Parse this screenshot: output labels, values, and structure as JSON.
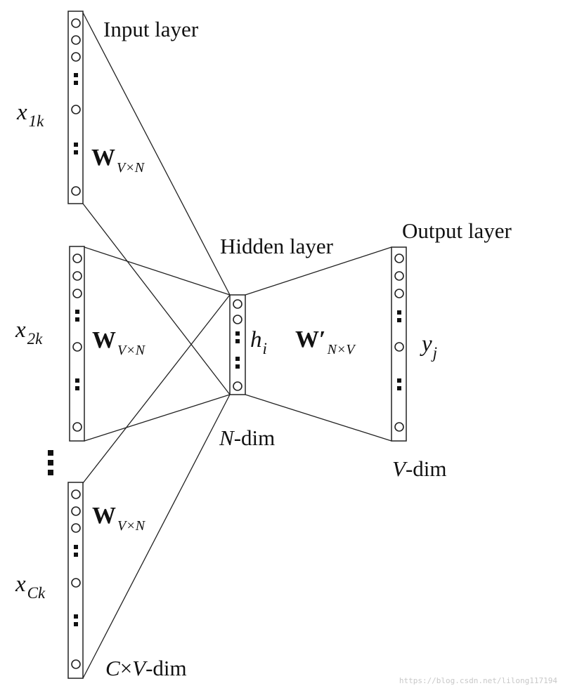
{
  "labels": {
    "input_layer": "Input layer",
    "hidden_layer": "Hidden layer",
    "output_layer": "Output layer",
    "n_dim": "-dim",
    "n_dim_var": "N",
    "v_dim": "-dim",
    "v_dim_var": "V",
    "cv_dim_c": "C",
    "cv_dim_times": "×",
    "cv_dim_v": "V",
    "cv_dim_rest": "-dim"
  },
  "variables": {
    "x1": {
      "base": "x",
      "sub": "1k"
    },
    "x2": {
      "base": "x",
      "sub": "2k"
    },
    "xc": {
      "base": "x",
      "sub": "Ck"
    },
    "h": {
      "base": "h",
      "sub": "i"
    },
    "y": {
      "base": "y",
      "sub": "j"
    }
  },
  "weights": {
    "w_base": "W",
    "w_sub": "V×N",
    "w_prime_base": "W′",
    "w_prime_sub": "N×V"
  },
  "vertical_ellipsis": "⋮",
  "watermark": "https://blog.csdn.net/lilong117194"
}
